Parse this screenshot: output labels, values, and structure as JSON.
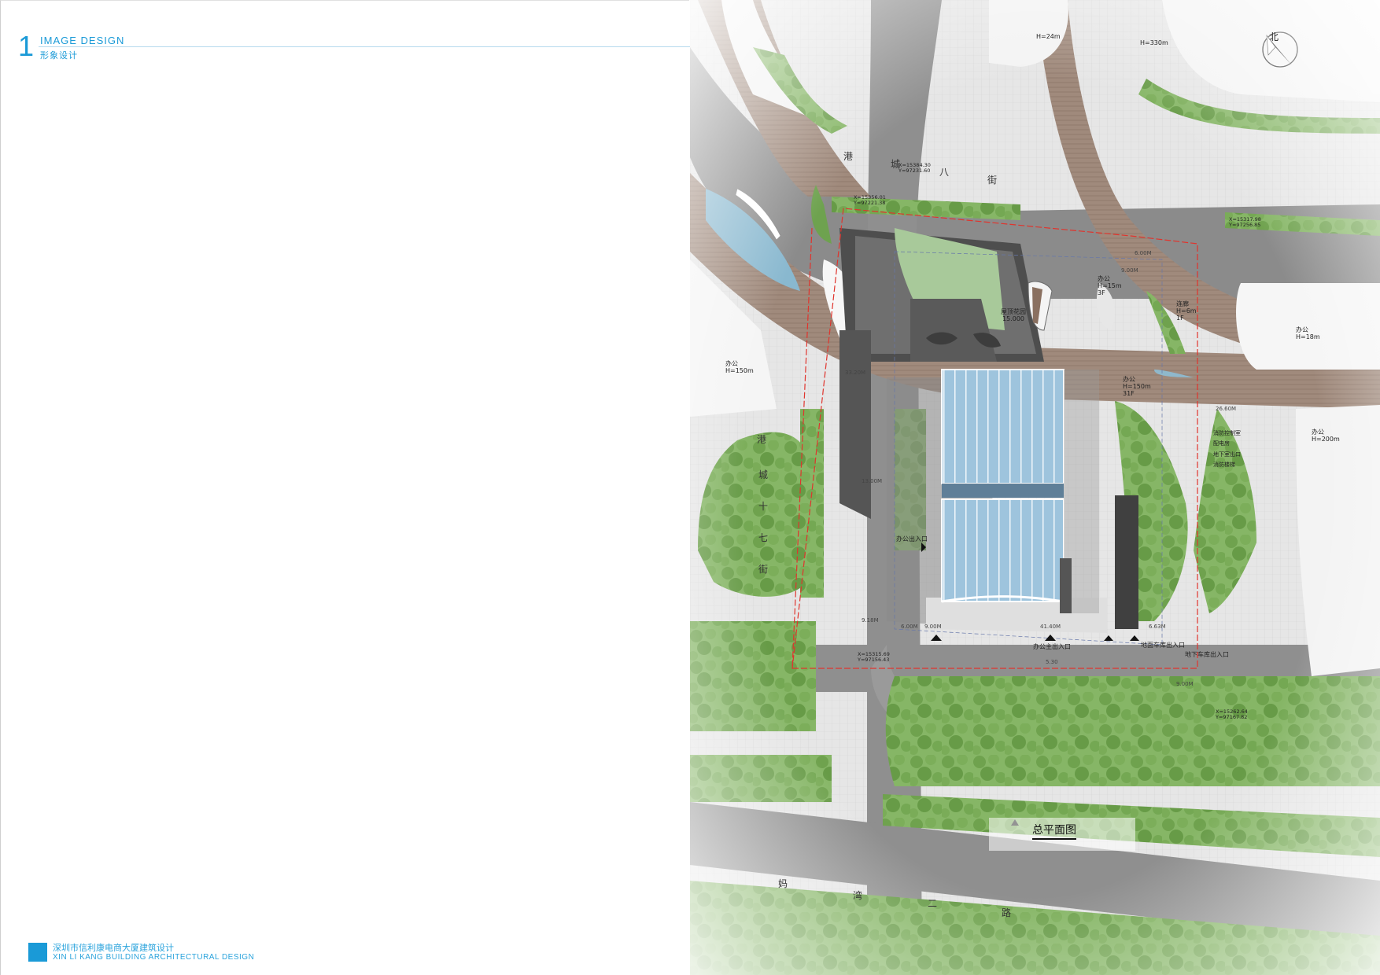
{
  "section": {
    "number": "1",
    "title_en": "IMAGE DESIGN",
    "title_zh": "形象设计"
  },
  "footer": {
    "title_zh": "深圳市信利康电商大厦建筑设计",
    "title_en": "XIN LI KANG BUILDING ARCHITECTURAL DESIGN"
  },
  "plan": {
    "title": "总平面图",
    "compass_label": "北",
    "streets": {
      "gangcheng8": [
        "港",
        "城",
        "八",
        "街"
      ],
      "gangcheng17": [
        "港",
        "城",
        "十",
        "七",
        "街"
      ],
      "mawan2": [
        "妈",
        "湾",
        "二",
        "路"
      ]
    },
    "building_labels": {
      "h24": "H=24m",
      "h330": "H=330m",
      "office_15": "办公\nH=15m\n3F",
      "bridge": "连廊\nH=6m\n1F",
      "office_18": "办公\nH=18m",
      "office_150_left": "办公\nH=150m",
      "office_150_main": "办公\nH=150m\n31F",
      "office_200": "办公\nH=200m",
      "roof_garden": "屋顶花园\n15.000",
      "legend_list": "消防控制室\n配电房\n地下室出口\n消防楼梯"
    },
    "coordinates": {
      "c1": "X=15384.30\nY=97231.60",
      "c2": "X=15356.01\nY=97221.38",
      "c3": "X=15317.98\nY=97256.85",
      "c4": "X=15315.69\nY=97156.43",
      "c5": "X=15262.64\nY=97167.82"
    },
    "dimensions": {
      "d1": "33.20M",
      "d2": "6.00M",
      "d3": "9.00M",
      "d4": "26.60M",
      "d5": "13.00M",
      "d6": "9.18M",
      "d7": "6.00M",
      "d8": "9.00M",
      "d9": "41.40M",
      "d10": "6.63M",
      "d11": "5.30",
      "d12": "9.00M"
    },
    "entrances": {
      "office_side": "办公出入口",
      "office_main": "办公主出入口",
      "parking_lot": "地面车库出入口",
      "basement": "地下车库出入口"
    }
  }
}
